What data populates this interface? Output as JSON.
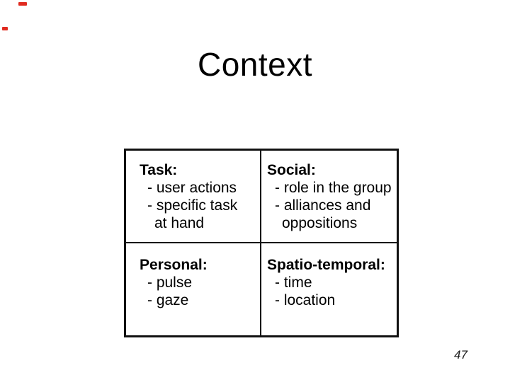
{
  "slide": {
    "title": "Context",
    "page_number": "47"
  },
  "context_table": {
    "cells": [
      {
        "name": "task",
        "header": "Task:",
        "lines": [
          "- user actions",
          "- specific task",
          "at hand"
        ]
      },
      {
        "name": "social",
        "header": "Social:",
        "lines": [
          "- role in the group",
          "- alliances and",
          "oppositions"
        ]
      },
      {
        "name": "personal",
        "header": "Personal:",
        "lines": [
          "- pulse",
          "- gaze"
        ]
      },
      {
        "name": "spatio-temporal",
        "header": "Spatio-temporal:",
        "lines": [
          "- time",
          "- location"
        ]
      }
    ]
  },
  "colors": {
    "background": "#ffffff",
    "text": "#000000",
    "table_border": "#111111",
    "corner_mark_red": "#e02b20"
  }
}
